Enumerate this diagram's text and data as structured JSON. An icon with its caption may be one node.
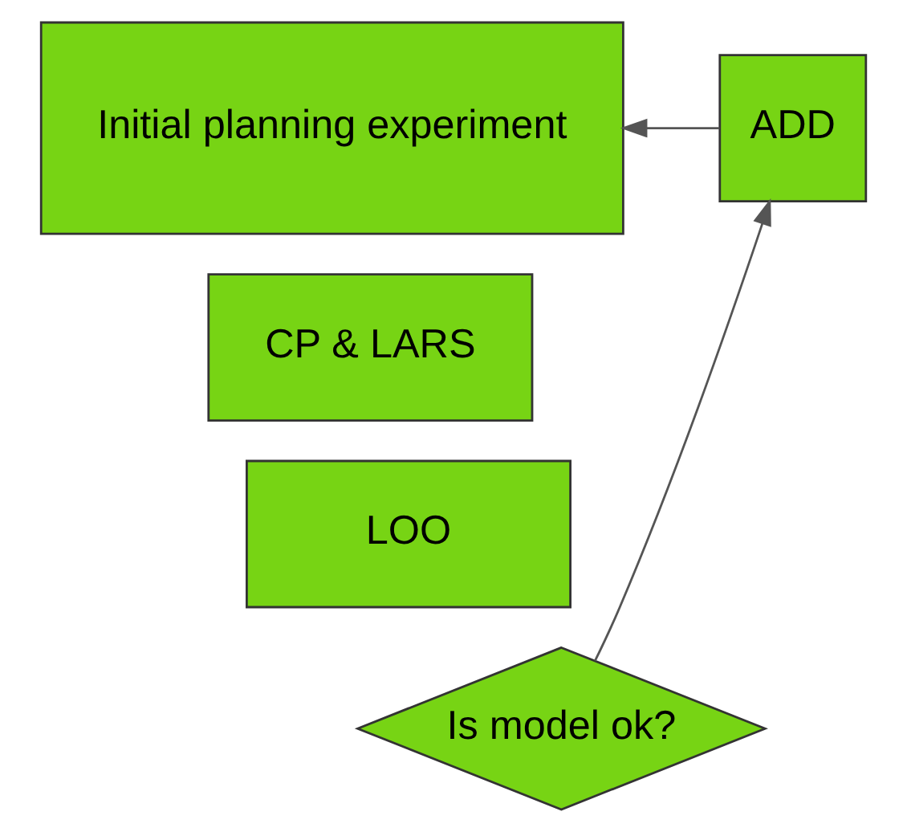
{
  "diagram": {
    "nodes": [
      {
        "text": [
          "Initial planning experiment"
        ]
      },
      {
        "text": [
          "ADD"
        ]
      },
      {
        "text": [
          "CP & LARS"
        ]
      },
      {
        "text": [
          "LOO"
        ]
      },
      {
        "text": [
          "Is model ok?"
        ]
      }
    ],
    "edges": [
      {
        "from": 4,
        "to": 1,
        "arrow": "to"
      },
      {
        "from": 1,
        "to": 0,
        "arrow": "to"
      }
    ]
  }
}
